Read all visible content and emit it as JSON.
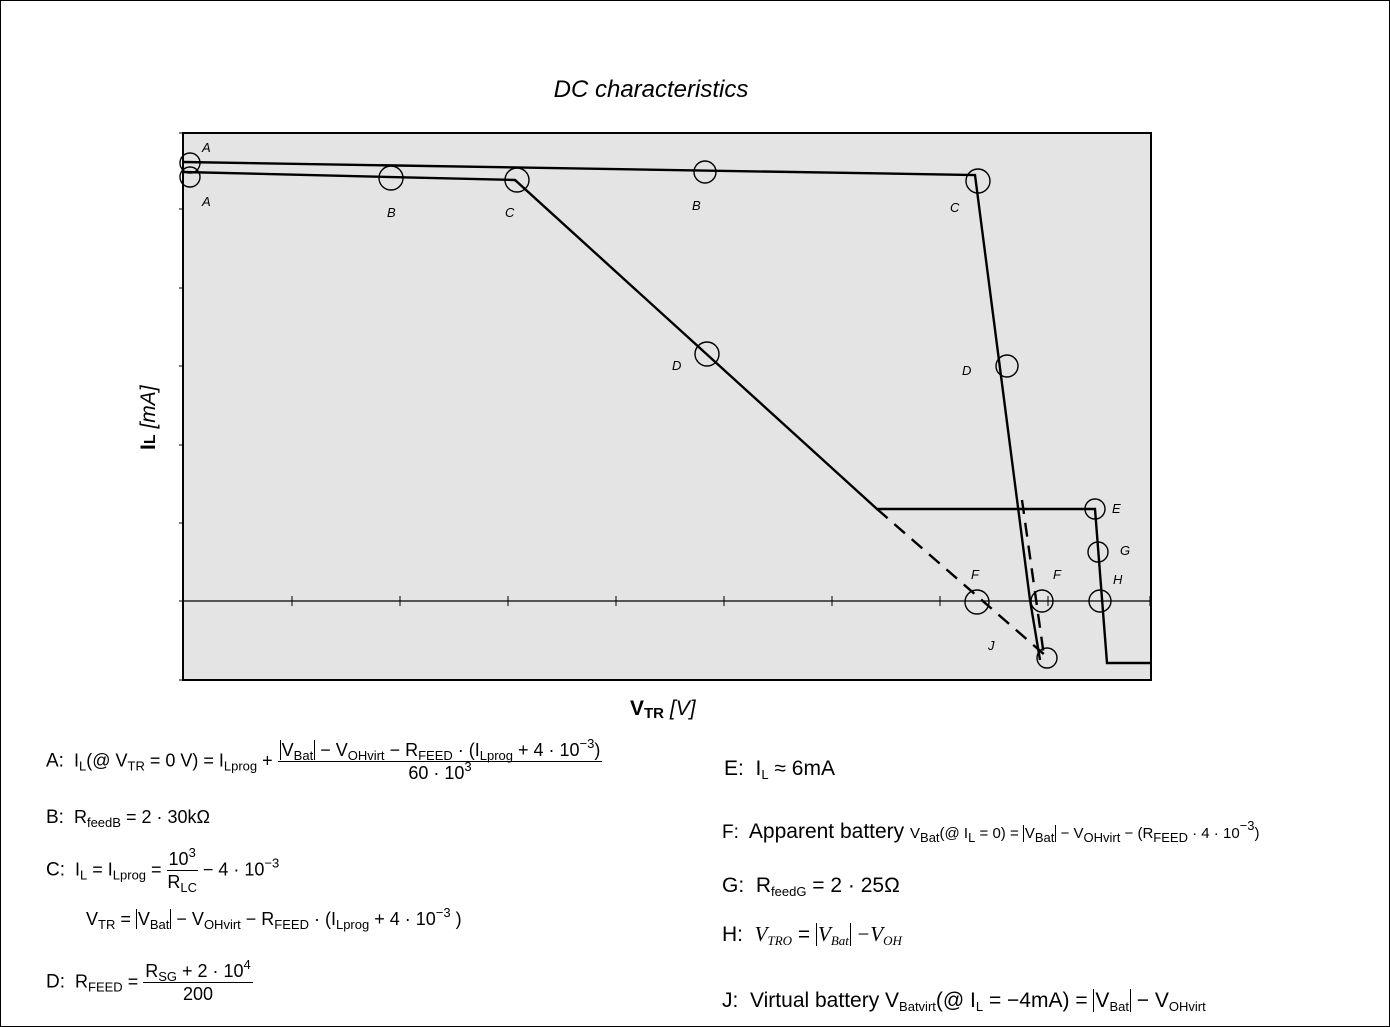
{
  "title": "DC characteristics",
  "axes": {
    "y_label_main": "I",
    "y_label_sub": "L",
    "y_label_unit": "[mA]",
    "x_label_main": "V",
    "x_label_sub": "TR",
    "x_label_unit": "[V]"
  },
  "point_labels": {
    "A_upper": "A",
    "A_lower": "A",
    "B_left": "B",
    "C_left": "C",
    "B_right": "B",
    "C_right": "C",
    "D_left": "D",
    "D_right": "D",
    "E": "E",
    "F_left": "F",
    "F_right": "F",
    "G": "G",
    "H": "H",
    "J": "J"
  },
  "equations": {
    "A": {
      "label": "A:",
      "lhs": "I",
      "lhs_sub": "L",
      "cond": "(@ V",
      "cond_sub": "TR",
      "cond_tail": " = 0 V) = I",
      "lprog_sub": "Lprog",
      "plus": " + ",
      "num_v": "V",
      "num_bat_sub": "Bat",
      "num_mid": " − V",
      "num_ohvirt_sub": "OHvirt",
      "num_r": " − R",
      "num_feed_sub": "FEED",
      "num_tail": " · (I",
      "num_lprog_sub": "Lprog",
      "num_end": " + 4 · 10",
      "num_exp": "−3",
      "num_close": ")",
      "den": "60 · 10",
      "den_exp": "3"
    },
    "B": {
      "label": "B:",
      "r": "R",
      "r_sub": "feedB",
      "rhs": " = 2 · 30kΩ"
    },
    "C": {
      "label": "C:",
      "l1_i": "I",
      "l1_sub": "L",
      "l1_eq": " = I",
      "l1_lprog": "Lprog",
      "l1_eq2": " = ",
      "frac_num": "10",
      "frac_num_exp": "3",
      "frac_den": "R",
      "frac_den_sub": "LC",
      "l1_tail": " − 4 · 10",
      "l1_tail_exp": "−3",
      "l2_v": "V",
      "l2_sub": "TR",
      "l2_eq": " = ",
      "l2_bat_v": "V",
      "l2_bat": "Bat",
      "l2_mid": " − V",
      "l2_ohvirt": "OHvirt",
      "l2_r": " − R",
      "l2_feed": "FEED",
      "l2_tail": " · (I",
      "l2_lprog": "Lprog",
      "l2_end": " + 4 · 10",
      "l2_exp": "−3",
      "l2_close": " )"
    },
    "D": {
      "label": "D:",
      "r": "R",
      "r_sub": "FEED",
      "eq": " = ",
      "num_r": "R",
      "num_sub": "SG",
      "num_tail": " + 2 · 10",
      "num_exp": "4",
      "den": "200"
    },
    "E": {
      "label": "E:",
      "i": "I",
      "i_sub": "L",
      "rhs": " ≈ 6mA"
    },
    "F": {
      "label": "F:",
      "text": "Apparent battery ",
      "v": "V",
      "v_sub": "Bat",
      "cond": "(@ I",
      "cond_sub": "L",
      "cond_tail": " = 0) = ",
      "bat_v": "V",
      "bat": "Bat",
      "mid": " − V",
      "ohvirt": "OHvirt",
      "tail": " − (R",
      "feed": "FEED",
      "end": " · 4 · 10",
      "exp": "−3",
      "close": ")"
    },
    "G": {
      "label": "G:",
      "r": "R",
      "r_sub": "feedG",
      "rhs": " = 2 · 25Ω"
    },
    "H": {
      "label": "H:",
      "v": "V",
      "v_sub": "TRO",
      "eq": " = ",
      "bat_v": "V",
      "bat": "Bat",
      "mid": " −V",
      "oh": "OH"
    },
    "J": {
      "label": "J:",
      "text": "Virtual battery ",
      "v": "V",
      "v_sub": "Batvirt",
      "cond": "(@ I",
      "cond_sub": "L",
      "cond_tail": " = −4mA) = ",
      "bat_v": "V",
      "bat": "Bat",
      "mid": " − V",
      "ohvirt": "OHvirt"
    }
  },
  "colors": {
    "plot_bg": "#e4e4e4",
    "line": "#000000"
  }
}
